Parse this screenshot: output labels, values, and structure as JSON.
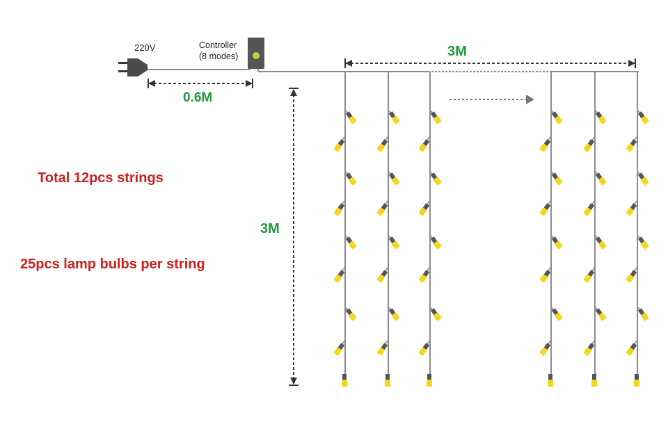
{
  "diagram": {
    "voltage_label": "220V",
    "controller_label_line1": "Controller",
    "controller_label_line2": "(8 modes)",
    "lead_length_label": "0.6M",
    "curtain_width_label": "3M",
    "curtain_height_label": "3M",
    "note_strings": "Total 12pcs strings",
    "note_bulbs": "25pcs lamp bulbs per string",
    "icons": [
      "plug-icon",
      "controller-box-icon",
      "bulb-icon",
      "arrow-right-icon"
    ]
  },
  "colors": {
    "wire": "#8c8c8c",
    "dimension": "#333333",
    "bulb": "#f2d71d",
    "socket": "#555555",
    "label_green": "#1f9a3c",
    "label_red": "#cc1f1f",
    "controller_led": "#b8d43a"
  }
}
